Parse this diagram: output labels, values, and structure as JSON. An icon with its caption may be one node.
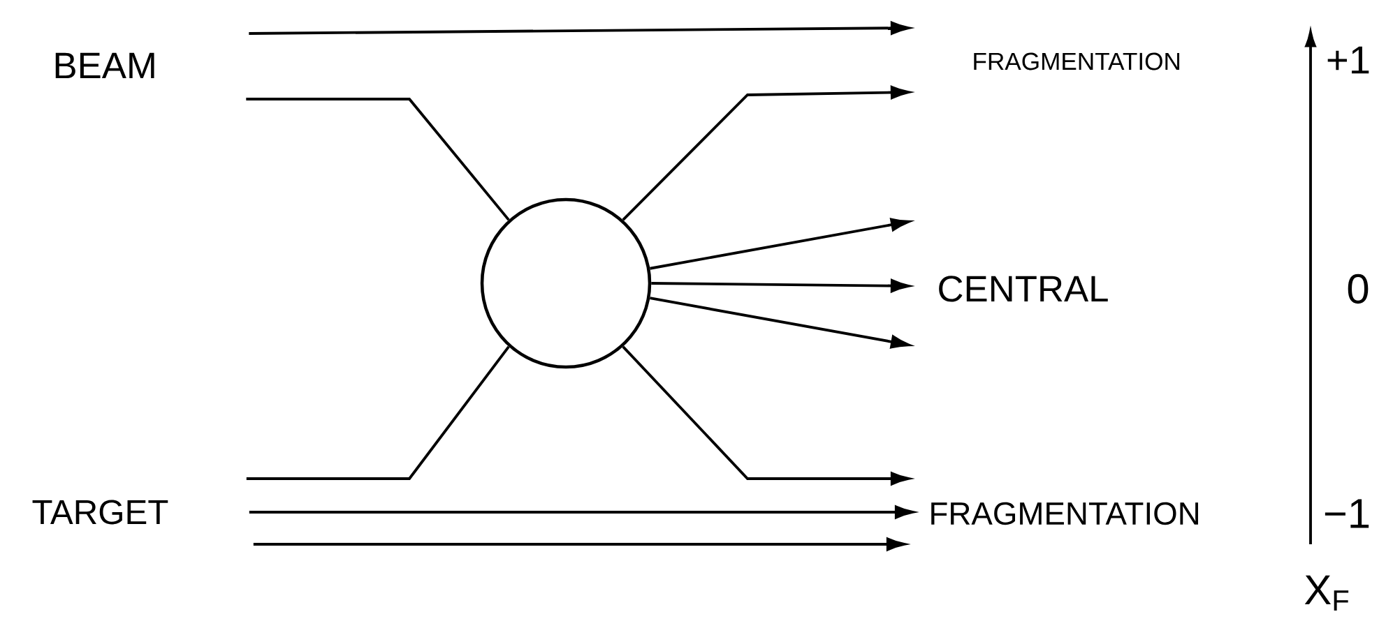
{
  "diagram": {
    "nodes": [
      {
        "text": [
          "BEAM"
        ]
      },
      {
        "text": [
          "FRAGMENTATION"
        ]
      },
      {
        "text": [],
        "shape": "circle"
      },
      {
        "text": [
          "CENTRAL"
        ]
      },
      {
        "text": [
          "TARGET"
        ]
      },
      {
        "text": [
          "FRAGMENTATION"
        ]
      }
    ],
    "edges": [
      {
        "from": 0,
        "to": 1,
        "arrow": "to"
      },
      {
        "from": 0,
        "to": 2,
        "arrow": "none"
      },
      {
        "from": 2,
        "to": null,
        "arrow": "to"
      },
      {
        "from": 2,
        "to": null,
        "arrow": "to"
      },
      {
        "from": 2,
        "to": 3,
        "arrow": "to"
      },
      {
        "from": 2,
        "to": null,
        "arrow": "to"
      },
      {
        "from": 2,
        "to": 5,
        "arrow": "to"
      },
      {
        "from": 4,
        "to": 2,
        "arrow": "none"
      },
      {
        "from": 4,
        "to": 5,
        "arrow": "to"
      },
      {
        "from": 4,
        "to": 5,
        "arrow": "to"
      }
    ],
    "labels": [
      "+1",
      "0",
      "−1",
      "X$_{F}$"
    ]
  }
}
